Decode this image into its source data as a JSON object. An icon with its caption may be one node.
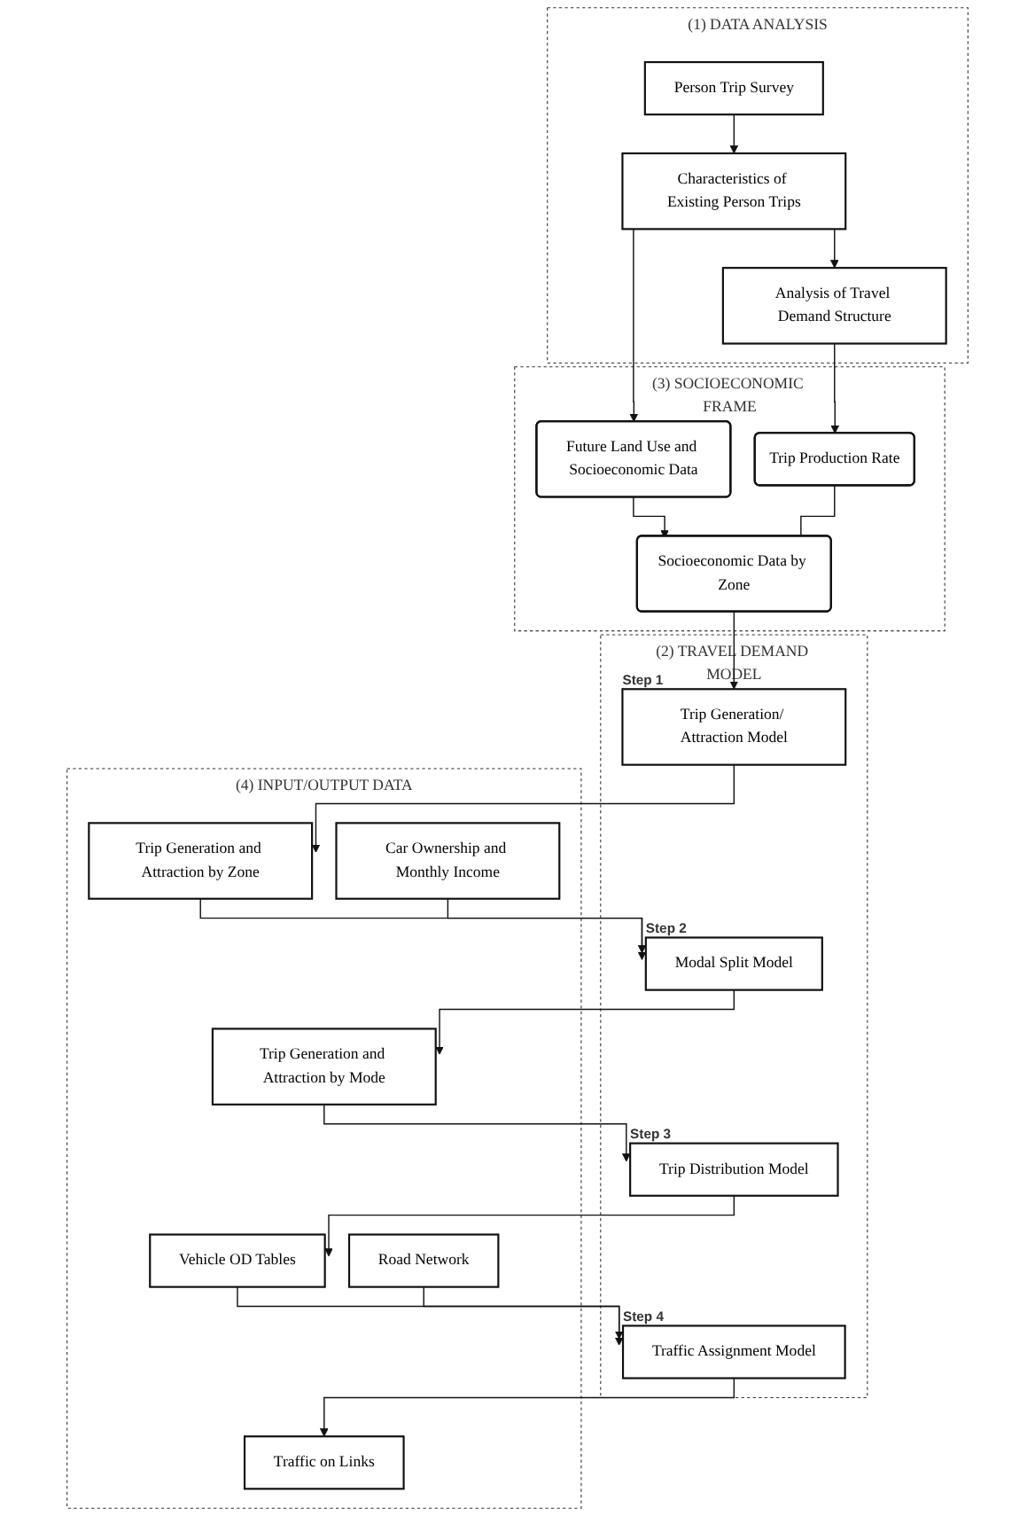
{
  "diagram": {
    "nodes": [
      {
        "text": [
          "(1) DATA ANALYSIS"
        ]
      },
      {
        "text": [
          "Person Trip Survey"
        ],
        "in": 0
      },
      {
        "text": [
          "Characteristics of Existing Person Trips"
        ],
        "in": 0
      },
      {
        "text": [
          "Analysis of Travel Demand Structure"
        ],
        "in": 0
      },
      {
        "text": [
          "(3) SOCIOECONOMIC FRAME"
        ]
      },
      {
        "text": [
          "Future Land Use and Socioeconomic Data"
        ],
        "in": 4
      },
      {
        "text": [
          "Trip Production Rate"
        ],
        "in": 4
      },
      {
        "text": [
          "Socioeconomic Data by Zone"
        ],
        "in": 4
      },
      {
        "text": [
          "(2) TRAVEL DEMAND MODEL"
        ]
      },
      {
        "text": [
          "Trip Generation/ Attraction Model"
        ],
        "beside": [
          "Step 1"
        ],
        "in": 8
      },
      {
        "text": [
          "Modal Split Model"
        ],
        "beside": [
          "Step 2"
        ],
        "in": 8
      },
      {
        "text": [
          "Trip Distribution Model"
        ],
        "beside": [
          "Step 3"
        ],
        "in": 8
      },
      {
        "text": [
          "Traffic Assignment Model"
        ],
        "beside": [
          "Step 4"
        ],
        "in": 8
      },
      {
        "text": [
          "(4) INPUT/OUTPUT DATA"
        ]
      },
      {
        "text": [
          "Trip Generation and Attraction by Zone"
        ],
        "in": 13
      },
      {
        "text": [
          "Car Ownership and Monthly Income"
        ],
        "in": 13
      },
      {
        "text": [
          "Trip Generation and Attraction by Mode"
        ],
        "in": 13
      },
      {
        "text": [
          "Vehicle OD Tables"
        ],
        "in": 13
      },
      {
        "text": [
          "Road Network"
        ],
        "in": 13
      },
      {
        "text": [
          "Traffic on Links"
        ],
        "in": 13
      }
    ],
    "edges": [
      {
        "from": 1,
        "to": 2,
        "arrow": "to"
      },
      {
        "from": 2,
        "to": 3,
        "arrow": "to"
      },
      {
        "from": 2,
        "to": 5,
        "arrow": "to"
      },
      {
        "from": 3,
        "to": 6,
        "arrow": "to"
      },
      {
        "from": 5,
        "to": 7,
        "arrow": "to"
      },
      {
        "from": 6,
        "to": 7,
        "arrow": "none"
      },
      {
        "from": 7,
        "to": 9,
        "arrow": "to"
      },
      {
        "from": 9,
        "to": 14,
        "arrow": "to"
      },
      {
        "from": 14,
        "to": 10,
        "arrow": "to"
      },
      {
        "from": 15,
        "to": 10,
        "arrow": "to"
      },
      {
        "from": 10,
        "to": 16,
        "arrow": "to"
      },
      {
        "from": 16,
        "to": 11,
        "arrow": "to"
      },
      {
        "from": 11,
        "to": 17,
        "arrow": "to"
      },
      {
        "from": 17,
        "to": 12,
        "arrow": "to"
      },
      {
        "from": 18,
        "to": 12,
        "arrow": "to"
      },
      {
        "from": 12,
        "to": 19,
        "arrow": "to"
      }
    ]
  }
}
